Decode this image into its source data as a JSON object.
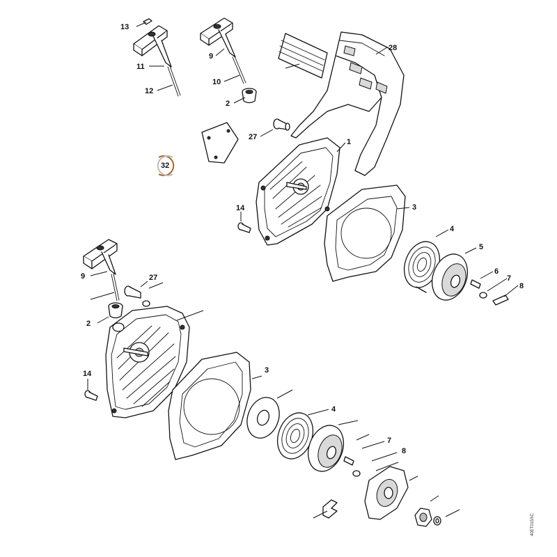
{
  "diagram": {
    "callouts": [
      {
        "id": "c13-top",
        "text": "13"
      },
      {
        "id": "c11-top",
        "text": "11"
      },
      {
        "id": "c12-top",
        "text": "12"
      },
      {
        "id": "c9-top",
        "text": "9"
      },
      {
        "id": "c10-top",
        "text": "10"
      },
      {
        "id": "c2-top",
        "text": "2"
      },
      {
        "id": "c28",
        "text": "28"
      },
      {
        "id": "c27-top",
        "text": "27"
      },
      {
        "id": "c1",
        "text": "1"
      },
      {
        "id": "c14-top",
        "text": "14"
      },
      {
        "id": "c3-top",
        "text": "3"
      },
      {
        "id": "c4-top",
        "text": "4"
      },
      {
        "id": "c5-top",
        "text": "5"
      },
      {
        "id": "c6-top",
        "text": "6"
      },
      {
        "id": "c7-top",
        "text": "7"
      },
      {
        "id": "c8-top",
        "text": "8"
      },
      {
        "id": "c9-bot",
        "text": "9"
      },
      {
        "id": "c27-bot",
        "text": "27"
      },
      {
        "id": "c2-bot",
        "text": "2"
      },
      {
        "id": "c14-bot",
        "text": "14"
      },
      {
        "id": "c3-bot",
        "text": "3"
      },
      {
        "id": "c4-bot",
        "text": "4"
      },
      {
        "id": "c7-bot",
        "text": "7"
      },
      {
        "id": "c8-bot",
        "text": "8"
      }
    ],
    "badge": {
      "text": "32"
    },
    "reference_code": "40ET015SC",
    "colors": {
      "line": "#111111",
      "badge_ring": "#b5651d",
      "shade": "#d9d9d9"
    }
  }
}
